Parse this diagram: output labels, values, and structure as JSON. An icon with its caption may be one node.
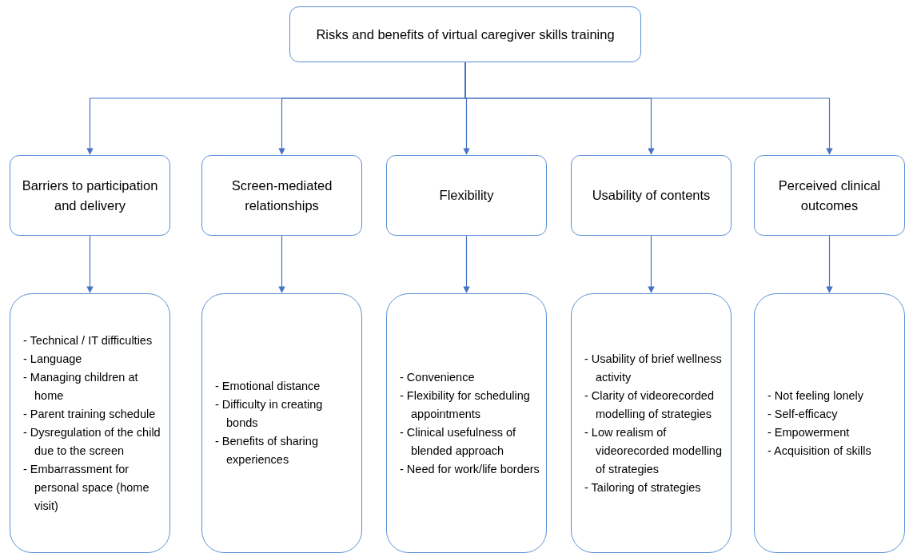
{
  "diagram": {
    "nodes": [
      {
        "text": [
          "Risks and benefits of virtual caregiver skills training"
        ]
      },
      {
        "text": [
          "Barriers to participation and delivery"
        ]
      },
      {
        "text": [
          "Screen-mediated relationships"
        ]
      },
      {
        "text": [
          "Flexibility"
        ]
      },
      {
        "text": [
          "Usability of contents"
        ]
      },
      {
        "text": [
          "Perceived clinical outcomes"
        ]
      },
      {
        "text": [
          "- Technical / IT difficulties",
          "- Language",
          "- Managing children at home",
          "- Parent training schedule",
          "- Dysregulation of the child due to the screen",
          "- Embarrassment for personal space (home visit)"
        ]
      },
      {
        "text": [
          "- Emotional distance",
          "- Difficulty in creating bonds",
          "- Benefits of sharing experiences"
        ]
      },
      {
        "text": [
          "- Convenience",
          "- Flexibility for scheduling appointments",
          "- Clinical usefulness of blended approach",
          "- Need for work/life borders"
        ]
      },
      {
        "text": [
          "- Usability of brief wellness activity",
          "- Clarity of videorecorded modelling of strategies",
          "- Low realism of videorecorded modelling of strategies",
          "- Tailoring of strategies"
        ]
      },
      {
        "text": [
          "- Not feeling lonely",
          "- Self-efficacy",
          "- Empowerment",
          "- Acquisition of skills"
        ]
      }
    ],
    "edges": [
      {
        "from": 0,
        "to": 1,
        "arrow": "to"
      },
      {
        "from": 0,
        "to": 2,
        "arrow": "to"
      },
      {
        "from": 0,
        "to": 3,
        "arrow": "to"
      },
      {
        "from": 0,
        "to": 4,
        "arrow": "to"
      },
      {
        "from": 0,
        "to": 5,
        "arrow": "to"
      },
      {
        "from": 1,
        "to": 6,
        "arrow": "to"
      },
      {
        "from": 2,
        "to": 7,
        "arrow": "to"
      },
      {
        "from": 3,
        "to": 8,
        "arrow": "to"
      },
      {
        "from": 4,
        "to": 9,
        "arrow": "to"
      },
      {
        "from": 5,
        "to": 10,
        "arrow": "to"
      }
    ]
  }
}
